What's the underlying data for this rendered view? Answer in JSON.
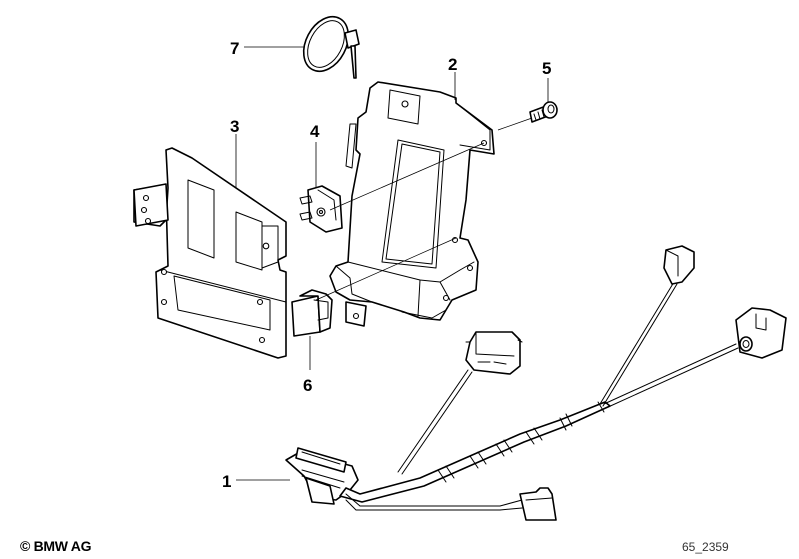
{
  "diagram": {
    "title": "Bracket and wiring harness exploded view",
    "callouts": [
      {
        "id": "1",
        "label": "1",
        "part": "wiring harness with connectors"
      },
      {
        "id": "2",
        "label": "2",
        "part": "holder bracket"
      },
      {
        "id": "3",
        "label": "3",
        "part": "mounting plate"
      },
      {
        "id": "4",
        "label": "4",
        "part": "spring nut clip"
      },
      {
        "id": "5",
        "label": "5",
        "part": "screw"
      },
      {
        "id": "6",
        "label": "6",
        "part": "clip"
      },
      {
        "id": "7",
        "label": "7",
        "part": "cable tie"
      }
    ]
  },
  "footer": {
    "copyright": "© BMW AG",
    "drawing_number": "65_2359"
  }
}
